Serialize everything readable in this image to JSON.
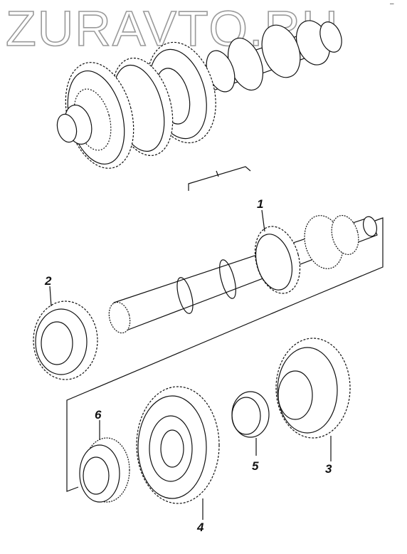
{
  "watermark": {
    "text": "ZURAVTO.RU",
    "color": "#bfbfbf"
  },
  "corner_mark": "–",
  "callouts": [
    {
      "id": "part-1",
      "label": "1"
    },
    {
      "id": "part-2",
      "label": "2"
    },
    {
      "id": "part-3",
      "label": "3"
    },
    {
      "id": "part-4",
      "label": "4"
    },
    {
      "id": "part-5",
      "label": "5"
    },
    {
      "id": "part-6",
      "label": "6"
    }
  ],
  "colors": {
    "ink": "#111111",
    "background": "#ffffff"
  }
}
